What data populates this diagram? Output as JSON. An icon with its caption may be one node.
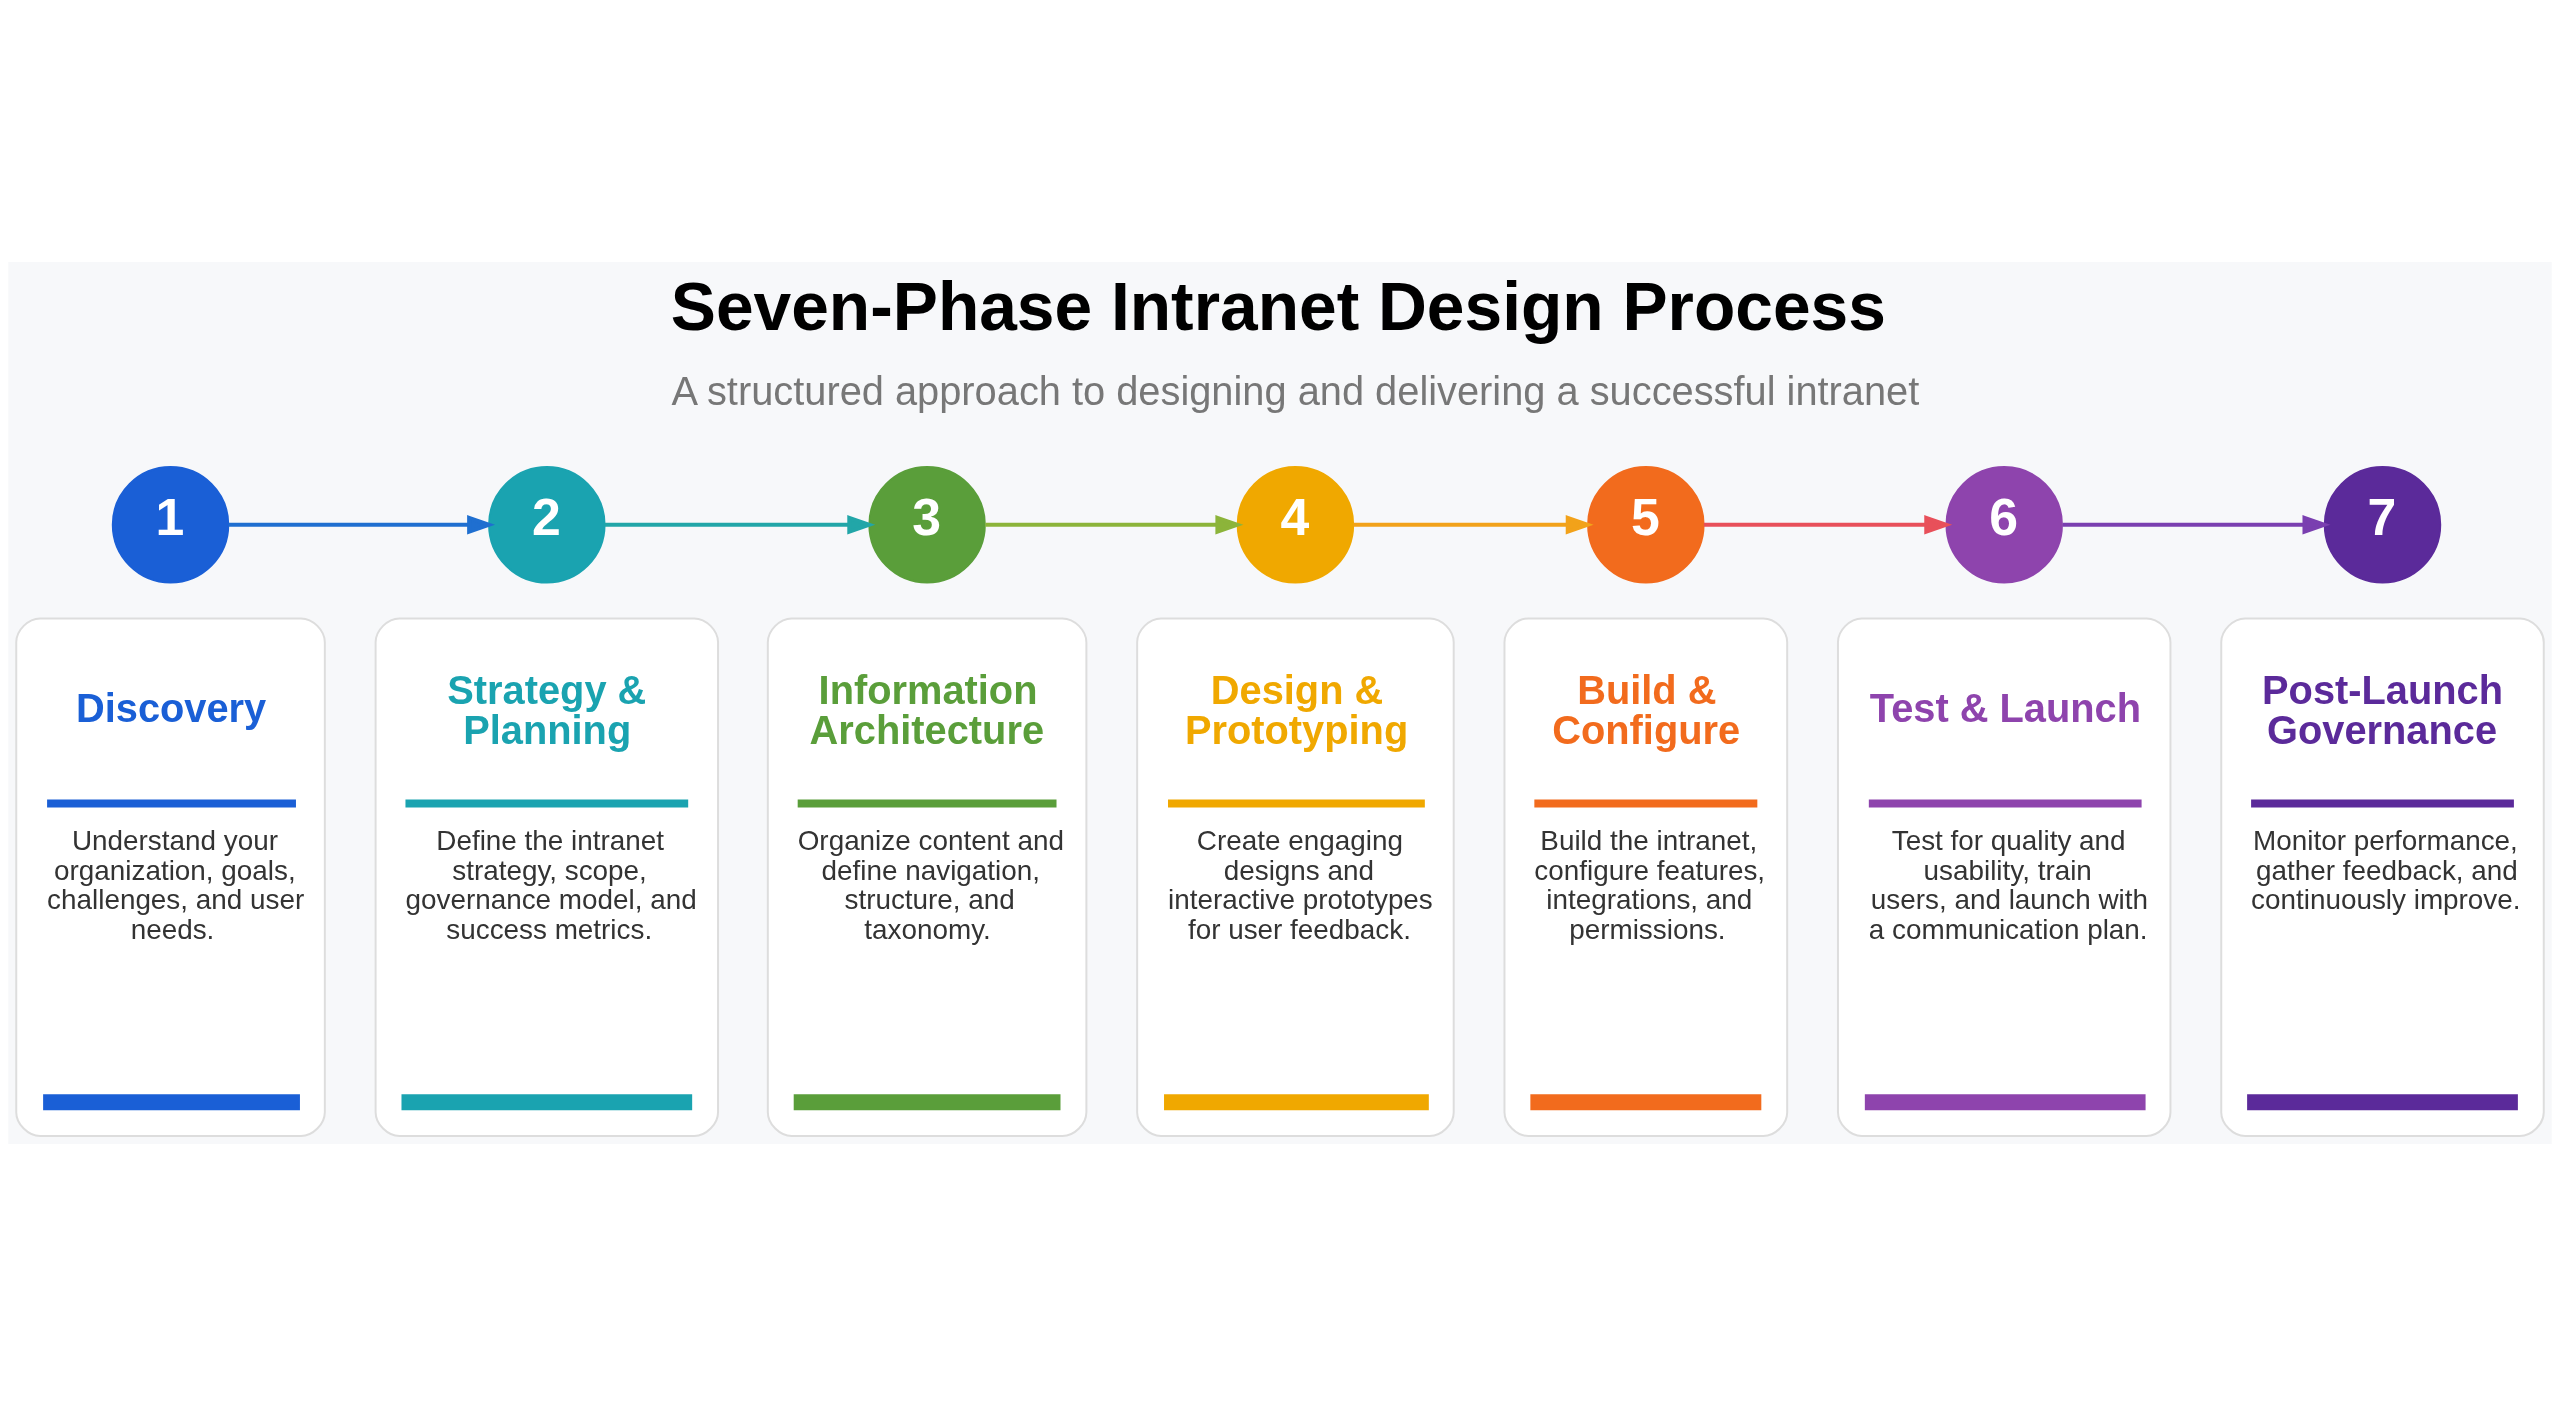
{
  "diagram": {
    "title": "Seven-Phase Intranet Design Process",
    "nodes": [
      {
        "text": [
          "1"
        ]
      },
      {
        "text": [
          "2"
        ]
      },
      {
        "text": [
          "3"
        ]
      },
      {
        "text": [
          "4"
        ]
      },
      {
        "text": [
          "5"
        ]
      },
      {
        "text": [
          "6"
        ]
      },
      {
        "text": [
          "7"
        ]
      },
      {
        "text": [
          "Discovery",
          "Understand your organization, goals, challenges, and user needs."
        ]
      },
      {
        "text": [
          "Strategy & Planning",
          "Define the intranet strategy, scope, governance model, and success metrics."
        ]
      },
      {
        "text": [
          "Information Architecture",
          "Organize content and define navigation, structure, and taxonomy."
        ]
      },
      {
        "text": [
          "Design & Prototyping",
          "Create engaging designs and interactive prototypes for user feedback."
        ]
      },
      {
        "text": [
          "Build & Configure",
          "Build the intranet, configure features, integrations, and permissions."
        ]
      },
      {
        "text": [
          "Test & Launch",
          "Test for quality and usability, train users, and launch with a communication plan."
        ]
      },
      {
        "text": [
          "Post-Launch Governance",
          "Monitor performance, gather feedback, and continuously improve."
        ]
      }
    ],
    "edges": [
      {
        "from": 0,
        "to": 1,
        "arrow": "to",
        "color": "#1f6fd0"
      },
      {
        "from": 1,
        "to": 2,
        "arrow": "to",
        "color": "#22a6a8"
      },
      {
        "from": 2,
        "to": 3,
        "arrow": "to",
        "color": "#8cb43a"
      },
      {
        "from": 3,
        "to": 4,
        "arrow": "to",
        "color": "#f2a21a"
      },
      {
        "from": 4,
        "to": 5,
        "arrow": "to",
        "color": "#e8505a"
      },
      {
        "from": 5,
        "to": 6,
        "arrow": "to",
        "color": "#7a3fb0"
      }
    ],
    "labels": [
      "A structured approach to designing and delivering a successful intranet"
    ]
  }
}
